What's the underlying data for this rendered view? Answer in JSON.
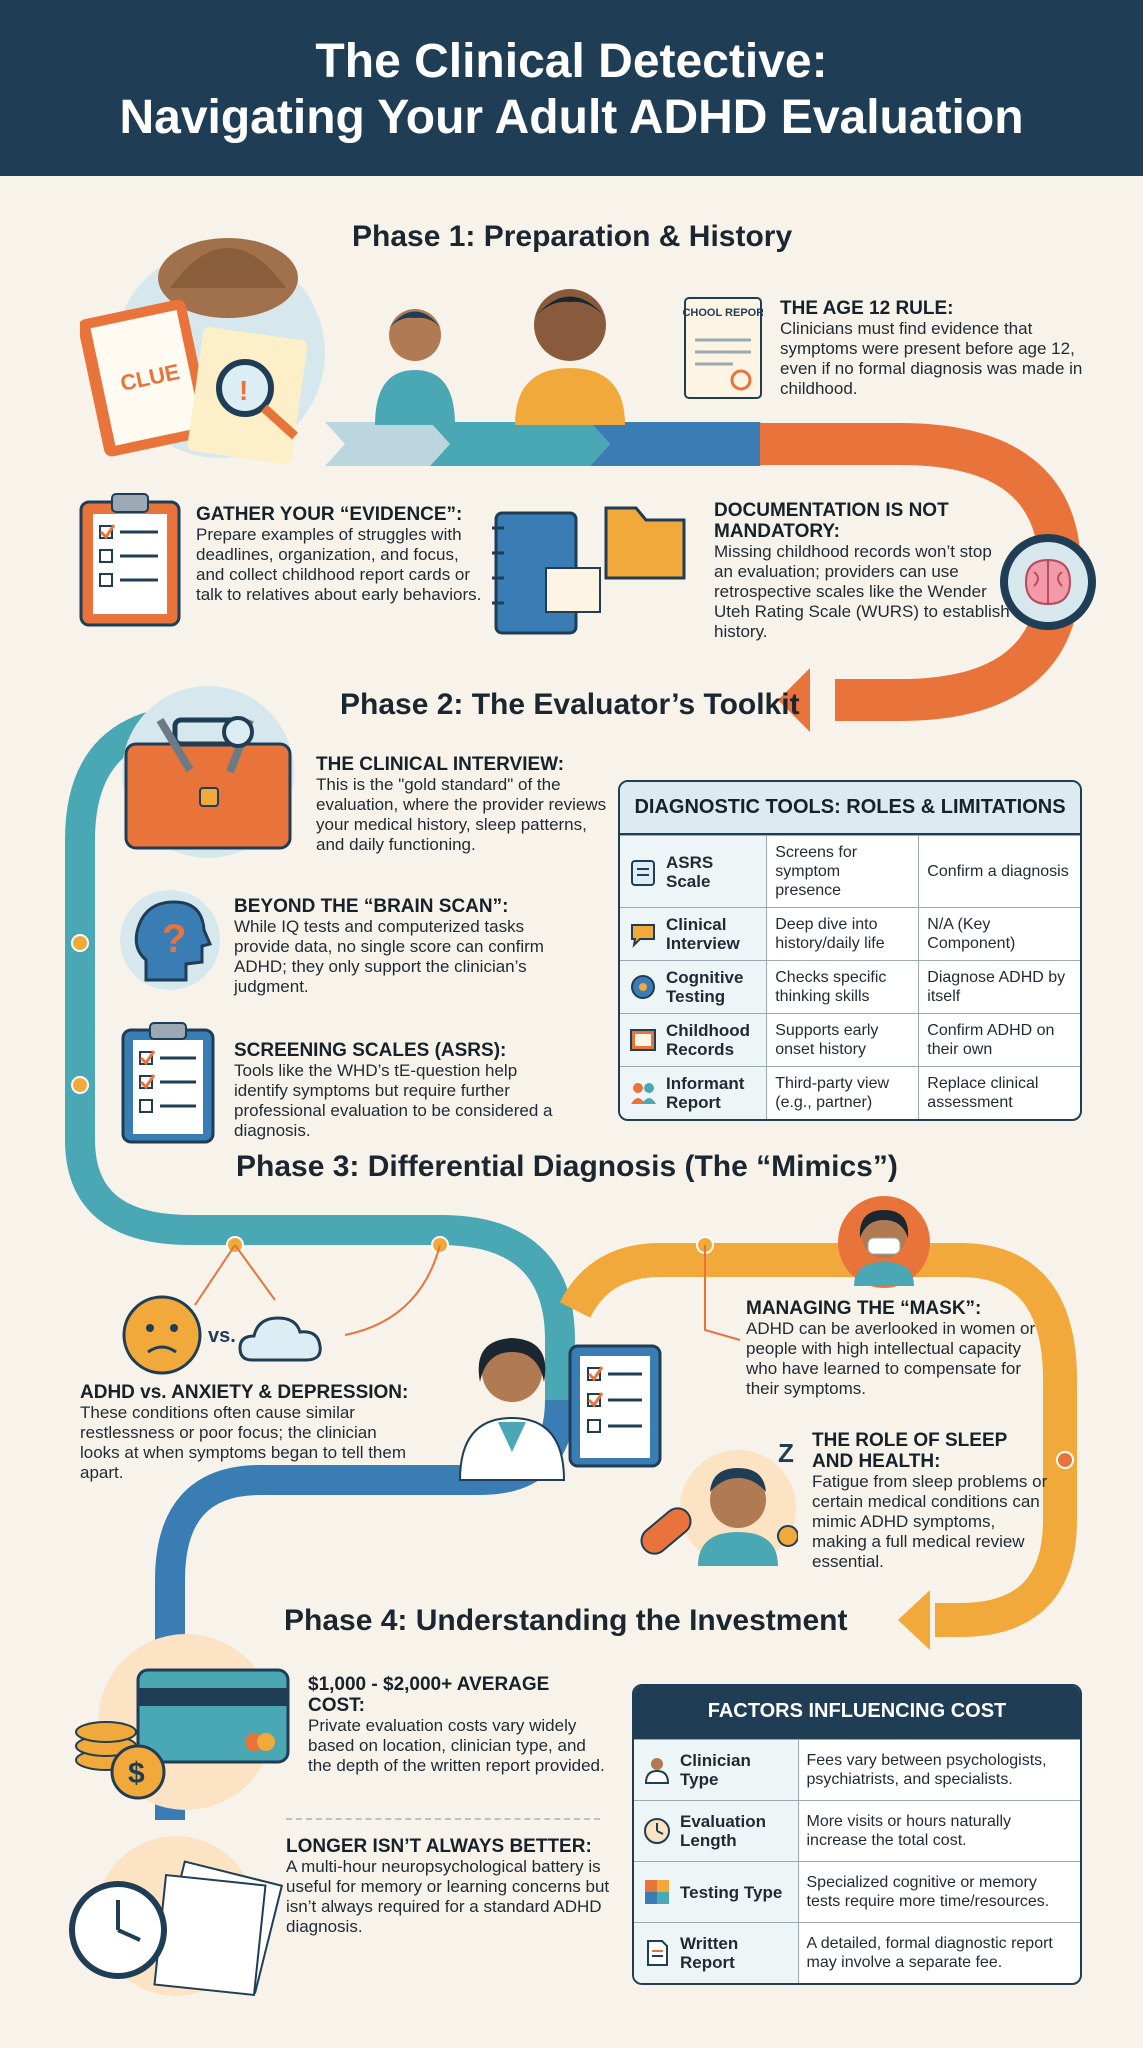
{
  "header": {
    "title_line1": "The Clinical Detective:",
    "title_line2": "Navigating Your Adult ADHD Evaluation"
  },
  "colors": {
    "navy": "#1f3d55",
    "teal": "#4aa8b4",
    "orange": "#e8743b",
    "gold": "#f0a93a",
    "blue": "#3a7db5",
    "cream": "#f7f3ea"
  },
  "phase1": {
    "title": "Phase 1: Preparation & History",
    "clue_label": "CLUE",
    "school_report_label": "SCHOOL REPORT",
    "age_rule": {
      "heading": "THE AGE 12 RULE:",
      "body": "Clinicians must find evidence that symptoms were present before age 12, even if no formal diagnosis was made in childhood."
    },
    "evidence": {
      "heading": "GATHER YOUR “EVIDENCE”:",
      "body": "Prepare examples of struggles with deadlines, organization, and focus, and collect childhood report cards or talk to relatives about early behaviors."
    },
    "documentation": {
      "heading": "DOCUMENTATION IS NOT MANDATORY:",
      "body": "Missing childhood records won’t stop an evaluation; providers can use retrospective scales like the Wender Uteh Rating Scale (WURS) to establish history."
    }
  },
  "phase2": {
    "title": "Phase 2: The Evaluator’s Toolkit",
    "interview": {
      "heading": "THE CLINICAL INTERVIEW:",
      "body": "This is the \"gold standard\" of the evaluation, where the provider reviews your medical history, sleep patterns, and daily functioning."
    },
    "brain_scan": {
      "heading": "BEYOND THE “BRAIN SCAN”:",
      "body": "While IQ tests and computerized tasks provide data, no single score can confirm ADHD; they only support the clinician’s judgment."
    },
    "screening": {
      "heading": "SCREENING SCALES (ASRS):",
      "body": "Tools like the WHD’s tE-question help identify symptoms but require further professional evaluation to be considered a diagnosis."
    },
    "table": {
      "title": "DIAGNOSTIC TOOLS: ROLES & LIMITATIONS",
      "rows": [
        {
          "icon": "clipboard-icon",
          "name": "ASRS Scale",
          "role": "Screens for symptom presence",
          "limit": "Confirm a diagnosis"
        },
        {
          "icon": "speech-bubble-icon",
          "name": "Clinical Interview",
          "role": "Deep dive into history/daily life",
          "limit": "N/A (Key Component)"
        },
        {
          "icon": "brain-gear-icon",
          "name": "Cognitive Testing",
          "role": "Checks specific thinking skills",
          "limit": "Diagnose ADHD by itself"
        },
        {
          "icon": "photo-album-icon",
          "name": "Childhood Records",
          "role": "Supports early onset history",
          "limit": "Confirm ADHD on their own"
        },
        {
          "icon": "people-icon",
          "name": "Informant Report",
          "role": "Third-party view (e.g., partner)",
          "limit": "Replace clinical assessment"
        }
      ]
    }
  },
  "phase3": {
    "title": "Phase 3: Differential Diagnosis (The “Mimics”)",
    "vs_label": "vs.",
    "anxiety": {
      "heading": "ADHD vs. ANXIETY & DEPRESSION:",
      "body": "These conditions often cause similar restlessness or poor focus; the clinician looks at when symptoms began to tell them apart."
    },
    "mask": {
      "heading": "MANAGING THE “MASK”:",
      "body": "ADHD can be averlooked in women or people with high intellectual capacity who have learned to compensate for their symptoms."
    },
    "sleep": {
      "heading": "THE ROLE OF SLEEP AND HEALTH:",
      "body": "Fatigue from sleep problems or certain medical conditions can mimic ADHD symptoms, making a full medical review essential."
    },
    "z_label": "Z"
  },
  "phase4": {
    "title": "Phase 4: Understanding the Investment",
    "cost": {
      "heading": "$1,000 - $2,000+ AVERAGE COST:",
      "body": "Private evaluation costs vary widely based on location, clinician type, and the depth of the written report provided."
    },
    "longer": {
      "heading": "LONGER ISN’T ALWAYS BETTER:",
      "body": "A multi-hour neuropsychological battery is useful for memory or learning concerns but isn’t always required for a standard ADHD diagnosis."
    },
    "table": {
      "title": "FACTORS INFLUENCING COST",
      "rows": [
        {
          "icon": "clinician-icon",
          "name": "Clinician Type",
          "desc": "Fees vary between psychologists, psychiatrists, and specialists."
        },
        {
          "icon": "clock-icon",
          "name": "Evaluation Length",
          "desc": "More visits or hours naturally increase the total cost."
        },
        {
          "icon": "puzzle-icon",
          "name": "Testing Type",
          "desc": "Specialized cognitive or memory tests require more time/resources."
        },
        {
          "icon": "document-icon",
          "name": "Written Report",
          "desc": "A detailed, formal diagnostic report may involve a separate fee."
        }
      ]
    }
  }
}
